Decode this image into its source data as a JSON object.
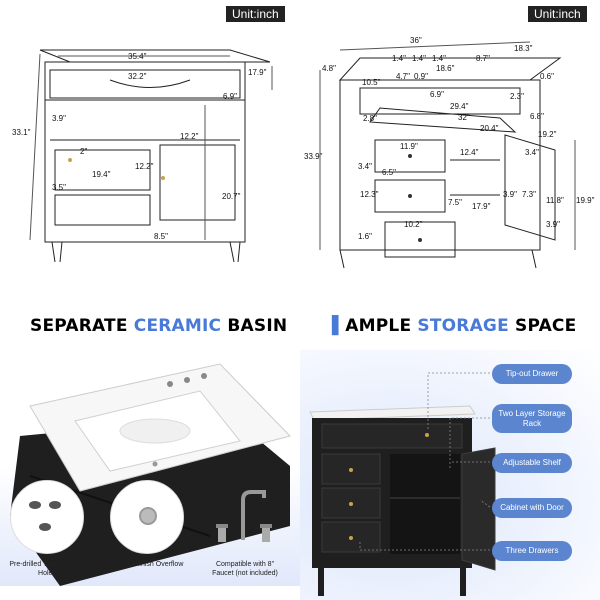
{
  "panels": {
    "front_dims": {
      "unit_label": "Unit:inch",
      "labels": [
        "35.4\"",
        "17.9\"",
        "32.2\"",
        "6.9\"",
        "33.1\"",
        "3.9\"",
        "12.2\"",
        "2\"",
        "12.2\"",
        "19.4\"",
        "3.5\"",
        "20.7\"",
        "8.5\""
      ]
    },
    "side_dims": {
      "unit_label": "Unit:inch",
      "labels": [
        "36\"",
        "18.3\"",
        "4.8\"",
        "1.4\"",
        "1.4\"",
        "1.4\"",
        "8.7\"",
        "10.5\"",
        "4.7\"",
        "0.9\"",
        "18.6\"",
        "0.6\"",
        "6.9\"",
        "2.3\"",
        "29.4\"",
        "2.8\"",
        "32\"",
        "6.8\"",
        "20.4\"",
        "19.2\"",
        "33.9\"",
        "11.9\"",
        "12.4\"",
        "3.4\"",
        "3.4\"",
        "6.5\"",
        "12.3\"",
        "3.9\"",
        "7.3\"",
        "11.8\"",
        "19.9\"",
        "7.5\"",
        "17.9\"",
        "10.2\"",
        "3.9\"",
        "1.6\""
      ]
    },
    "basin": {
      "heading_part1": "SEPARATE ",
      "heading_highlight": "CERAMIC",
      "heading_part2": " BASIN",
      "captions": [
        "Pre-drilled Three Faucet Holes",
        "Chrome finish Overflow",
        "Compatible with 8\" Faucet (not included)"
      ]
    },
    "storage": {
      "heading_part1": "AMPLE ",
      "heading_highlight": "STORAGE",
      "heading_part2": " SPACE",
      "callouts": [
        "Tip-out Drawer",
        "Two Layer Storage Rack",
        "Adjustable Shelf",
        "Cabinet with Door",
        "Three Drawers"
      ]
    }
  },
  "colors": {
    "accent": "#4a7ad8",
    "callout_bg": "#5b86cf",
    "cabinet": "#1f1f1f",
    "badge_bg": "#222222"
  }
}
